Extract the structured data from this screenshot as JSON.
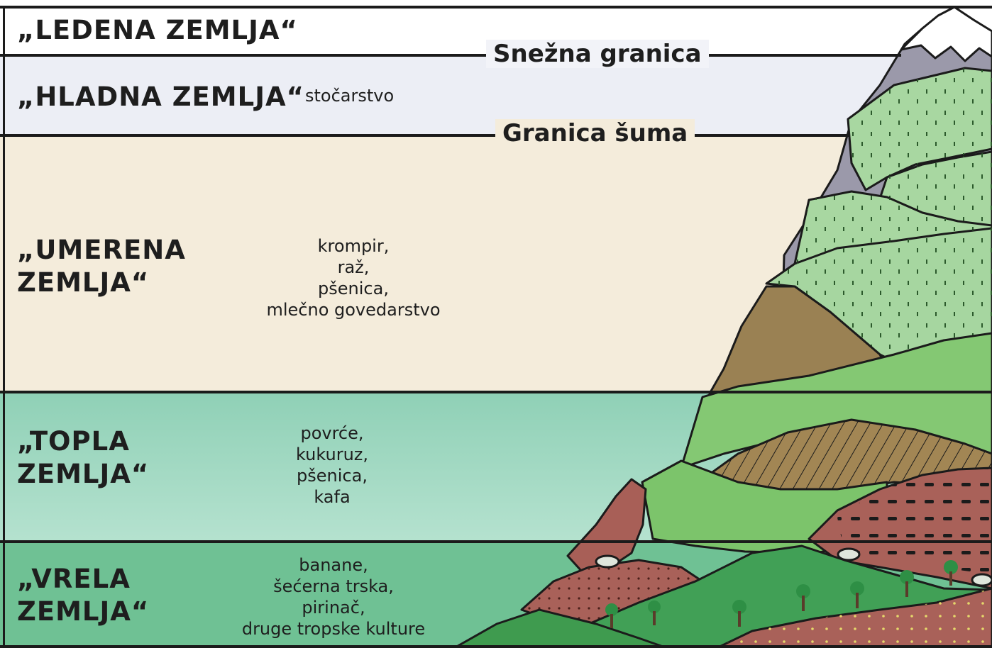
{
  "zones": [
    {
      "id": "ledena",
      "title_lines": [
        "„LEDENA ZEMLJA“"
      ],
      "crops": [],
      "color": "#ffffff"
    },
    {
      "id": "hladna",
      "title_lines": [
        "„HLADNA ZEMLJA“"
      ],
      "crops": [
        "stočarstvo"
      ],
      "color": "#eef0f6"
    },
    {
      "id": "umerena",
      "title_lines": [
        "„UMERENA",
        "ZEMLJA“"
      ],
      "crops": [
        "krompir,",
        "raž,",
        "pšenica,",
        "mlečno govedarstvo"
      ],
      "color": "#f4ecdb"
    },
    {
      "id": "topla",
      "title_lines": [
        "„TOPLA",
        "ZEMLJA“"
      ],
      "crops": [
        "povrće,",
        "kukuruz,",
        "pšenica,",
        "kafa"
      ],
      "color": "#a5d9c4"
    },
    {
      "id": "vrela",
      "title_lines": [
        "„VRELA",
        "ZEMLJA“"
      ],
      "crops": [
        "banane,",
        "šećerna trska,",
        "pirinač,",
        "druge tropske kulture"
      ],
      "color": "#6cc193"
    }
  ],
  "boundaries": {
    "snow_line": "Snežna granica",
    "tree_line": "Granica šuma"
  },
  "colors": {
    "line": "#1b1b1b",
    "rock": "#9a98a8",
    "snow": "#ffffff",
    "light_green": "#a6d6a0",
    "mid_green": "#7fc56e",
    "dark_green": "#3f9e52",
    "brown": "#9a8152",
    "red_brown": "#a76058"
  }
}
